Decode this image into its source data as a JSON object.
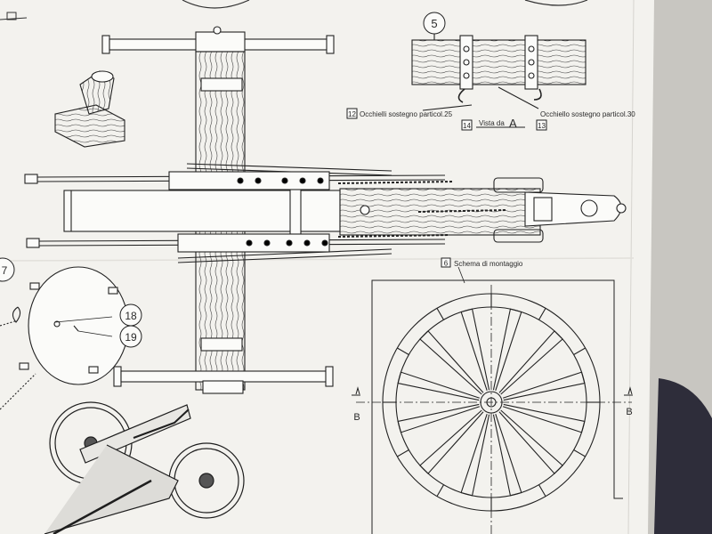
{
  "sheet": {
    "paper_color": "#f3f2ee",
    "ink_color": "#2a2a2a",
    "background_color": "#c9c7c2"
  },
  "detail_view": {
    "number": "5",
    "callout_12": "12",
    "callout_12_text": "Occhielli sostegno particol.25",
    "callout_14": "14",
    "view_label": "Vista da",
    "view_letter": "A",
    "callout_13": "13",
    "callout_13_text": "Occhiello sostegno particol.30"
  },
  "assembly_scheme": {
    "number": "6",
    "title": "Schema di montaggio",
    "section_mark_left": "B",
    "section_mark_right": "B"
  },
  "wheel_parts": {
    "part_7": "7",
    "part_18": "18",
    "part_19": "19"
  }
}
